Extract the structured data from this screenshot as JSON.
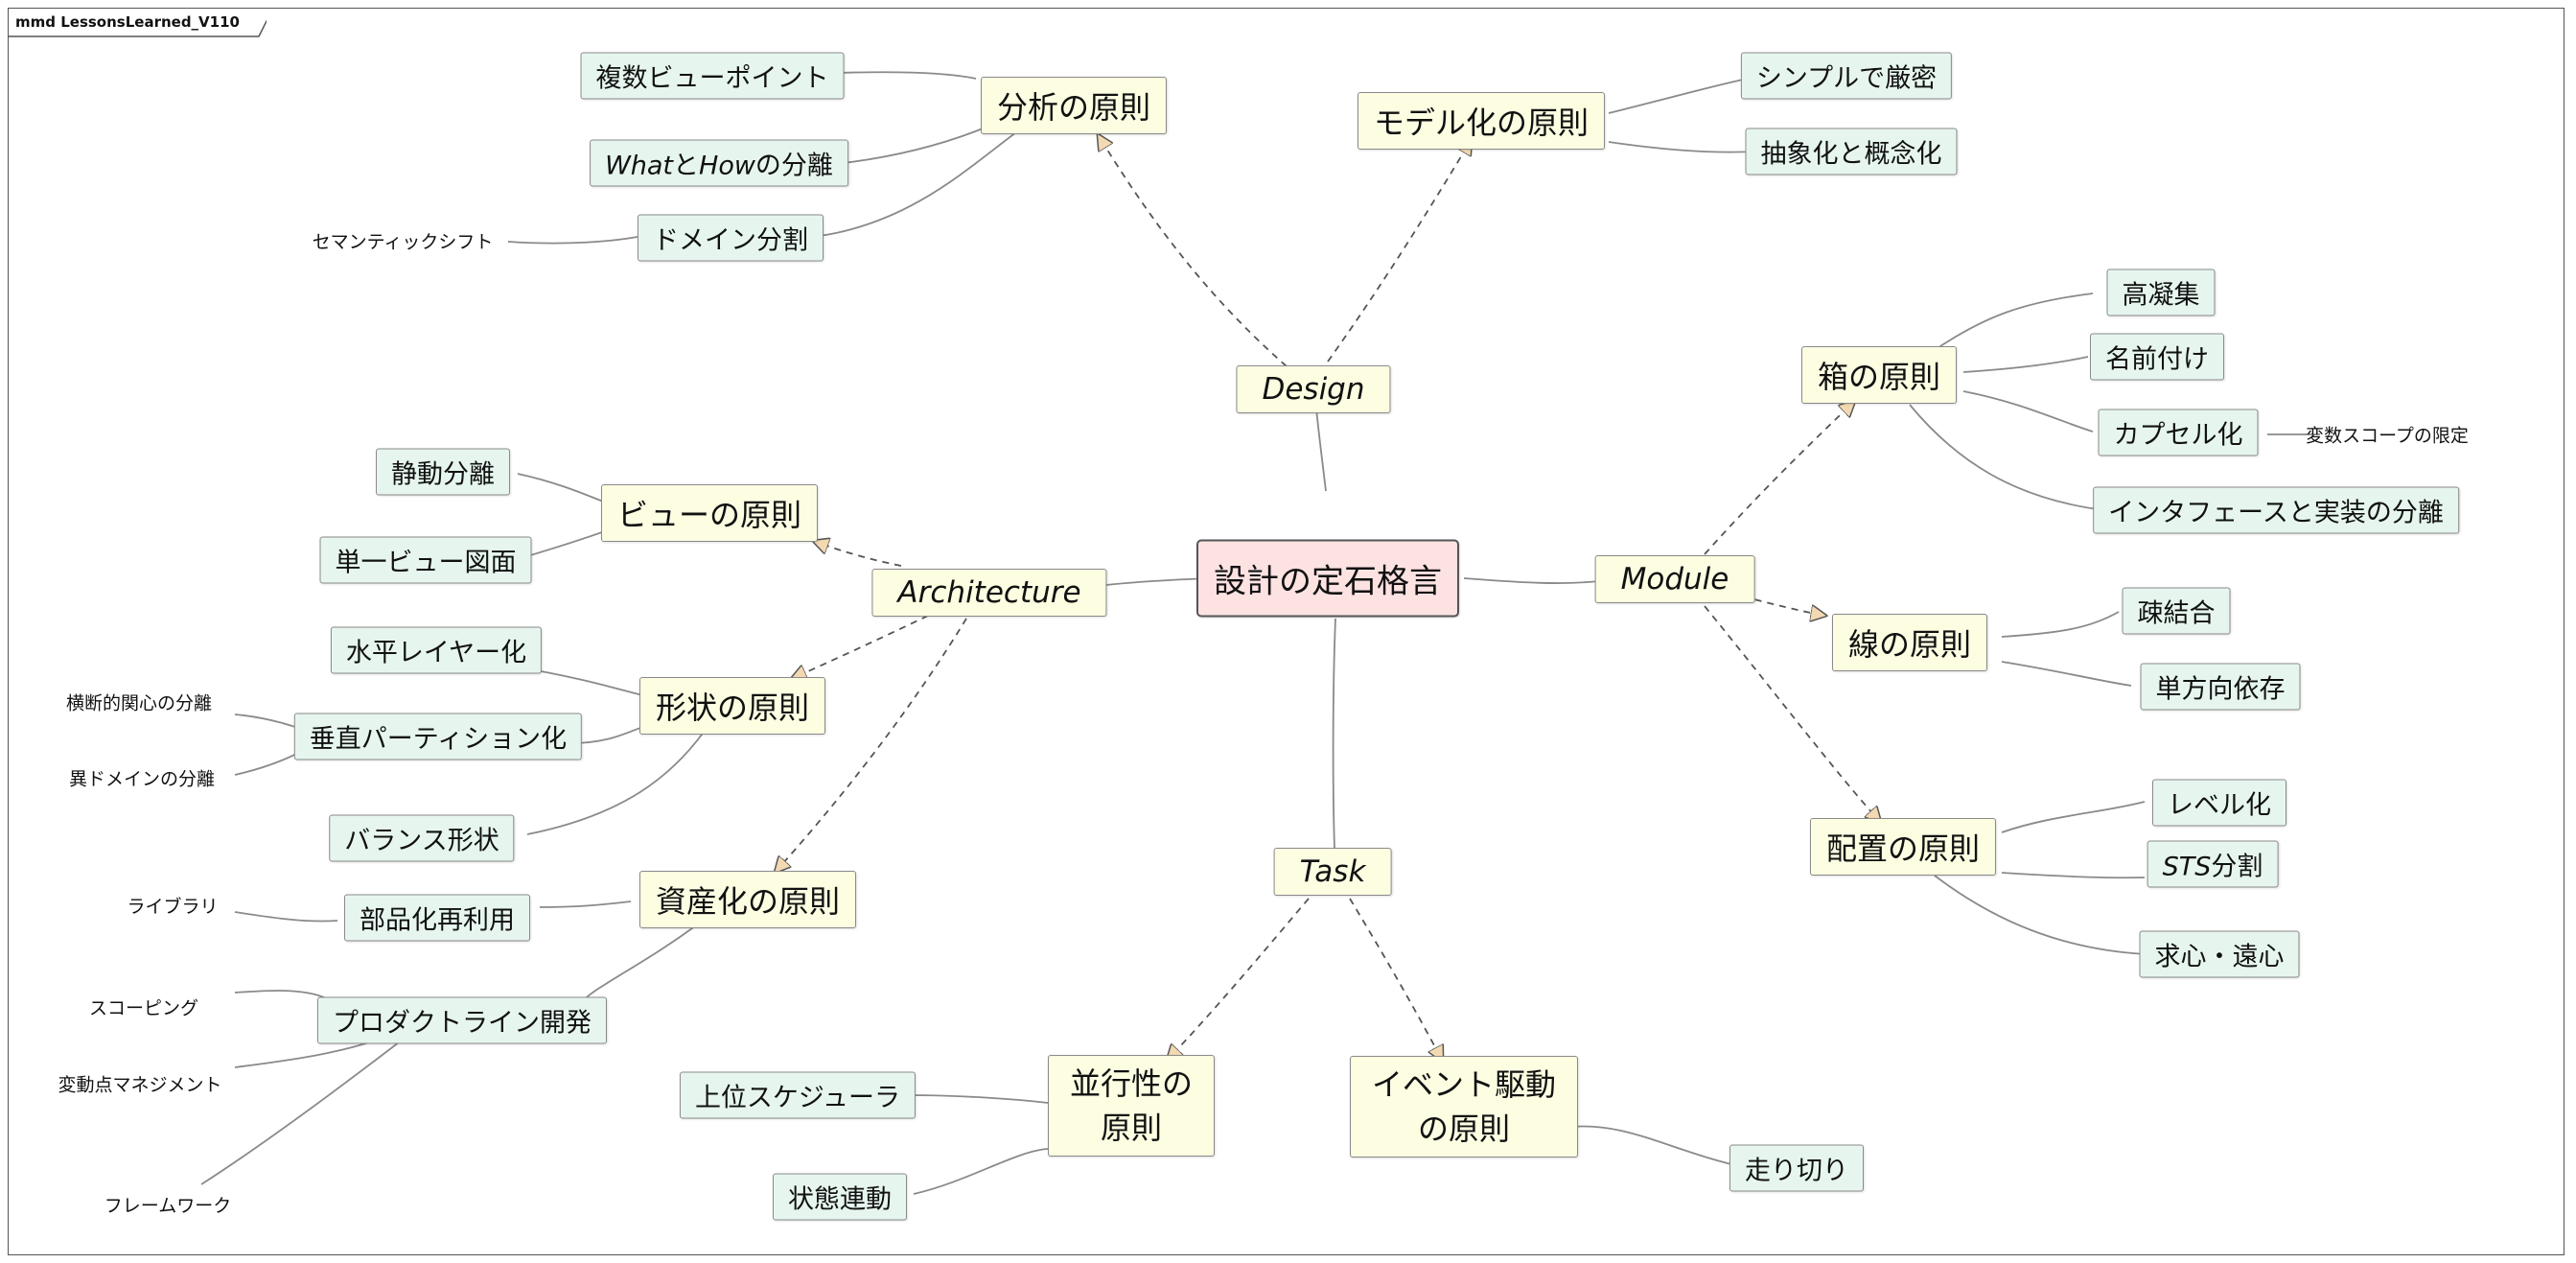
{
  "frame": {
    "title": "mmd LessonsLearned_V110"
  },
  "center": "設計の定石格言",
  "categories": {
    "design": "Design",
    "architecture": "Architecture",
    "module": "Module",
    "task": "Task"
  },
  "design": {
    "analysis": {
      "title": "分析の原則",
      "leaves": [
        "複数ビューポイント",
        "WhatとHowの分離",
        "ドメイン分割"
      ],
      "what": "What",
      "to": "と",
      "how": "How",
      "rest": "の分離",
      "note_domain": "セマンティックシフト"
    },
    "modeling": {
      "title": "モデル化の原則",
      "leaves": [
        "シンプルで厳密",
        "抽象化と概念化"
      ]
    }
  },
  "architecture": {
    "view": {
      "title": "ビューの原則",
      "leaves": [
        "静動分離",
        "単一ビュー図面"
      ]
    },
    "shape": {
      "title": "形状の原則",
      "leaves": [
        "水平レイヤー化",
        "垂直パーティション化",
        "バランス形状"
      ],
      "notes": [
        "横断的関心の分離",
        "異ドメインの分離"
      ]
    },
    "asset": {
      "title": "資産化の原則",
      "leaves": [
        "部品化再利用",
        "プロダクトライン開発"
      ],
      "note_parts": "ライブラリ",
      "notes_pl": [
        "スコーピング",
        "変動点マネジメント",
        "フレームワーク"
      ]
    }
  },
  "module": {
    "box": {
      "title": "箱の原則",
      "leaves": [
        "高凝集",
        "名前付け",
        "カプセル化",
        "インタフェースと実装の分離"
      ],
      "note_capsule": "変数スコープの限定"
    },
    "line": {
      "title": "線の原則",
      "leaves": [
        "疎結合",
        "単方向依存"
      ]
    },
    "placement": {
      "title": "配置の原則",
      "leaves": [
        "レベル化",
        "STS分割",
        "求心・遠心"
      ],
      "sts": "STS",
      "sts_rest": "分割"
    }
  },
  "task": {
    "concurrency": {
      "title_line1": "並行性の",
      "title_line2": "原則",
      "leaves": [
        "上位スケジューラ",
        "状態連動"
      ]
    },
    "event": {
      "title_line1": "イベント駆動",
      "title_line2": "の原則",
      "leaves": [
        "走り切り"
      ]
    }
  }
}
